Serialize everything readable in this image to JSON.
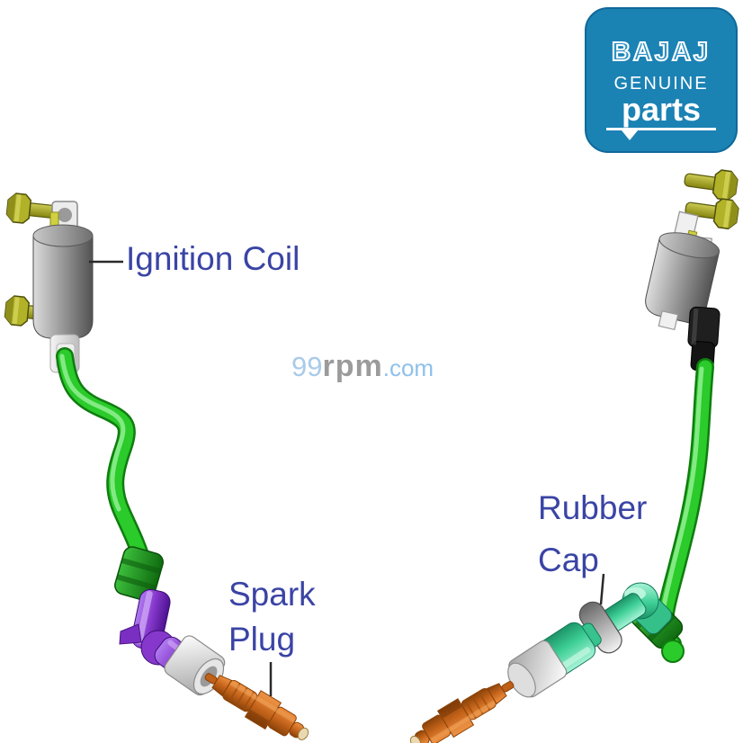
{
  "logo": {
    "brand": "BAJAJ",
    "tagline": "GENUINE",
    "product_word": "parts",
    "background_color": "#1b82b4"
  },
  "watermark": {
    "prefix": "99",
    "brand": "rpm",
    "suffix": ".com"
  },
  "labels": {
    "ignition_coil": "Ignition Coil",
    "spark_plug": "Spark Plug",
    "rubber_cap": "Rubber Cap",
    "text_color": "#3a44a5"
  },
  "parts": {
    "left_assembly": {
      "description": "ignition coil with green HT lead, purple plug cap and spark plug",
      "components": [
        "mounting-bolt",
        "mounting-bolt",
        "ignition-coil",
        "green-ht-lead",
        "purple-plug-cap",
        "metal-cup",
        "spark-plug"
      ]
    },
    "right_assembly": {
      "description": "ignition coil with green HT lead, teal cap with rubber ring and spark plug",
      "components": [
        "mounting-bolt",
        "mounting-bolt",
        "ignition-coil",
        "black-boot",
        "green-ht-lead",
        "rubber-cap",
        "teal-plug-cap",
        "metal-cup",
        "spark-plug"
      ]
    }
  },
  "colors": {
    "lead_green": "#2acb2a",
    "boot_dark_green": "#1c8a1c",
    "cap_purple": "#8638cc",
    "cap_teal": "#3ecf96",
    "plug_orange": "#c96a1a",
    "bolt_olive": "#b2b228",
    "coil_gray": "#9a9a9a"
  }
}
